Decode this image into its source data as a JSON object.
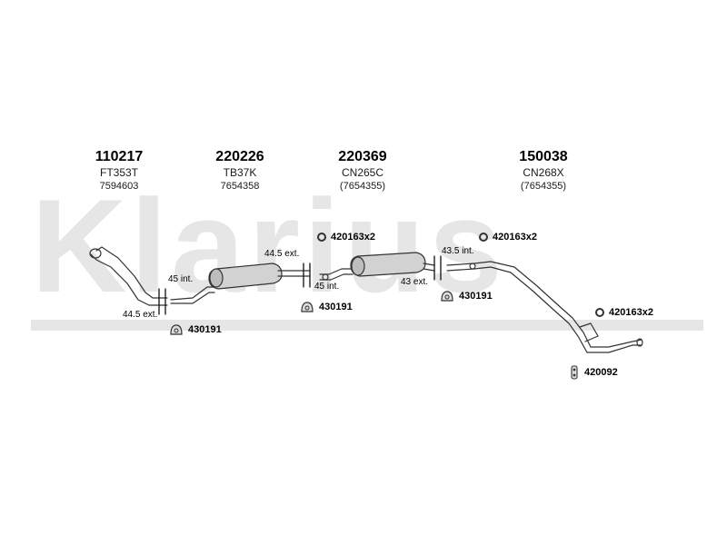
{
  "watermark": "Klarius",
  "parts": [
    {
      "number": "110217",
      "code": "FT353T",
      "ref": "7594603"
    },
    {
      "number": "220226",
      "code": "TB37K",
      "ref": "7654358"
    },
    {
      "number": "220369",
      "code": "CN265C",
      "ref": "(7654355)"
    },
    {
      "number": "150038",
      "code": "CN268X",
      "ref": "(7654355)"
    }
  ],
  "fittings": {
    "ring_1": "420163x2",
    "ring_2": "420163x2",
    "ring_3": "420163x2",
    "hanger_1": "430191",
    "hanger_2": "430191",
    "hanger_3": "430191",
    "bracket": "420092"
  },
  "dimensions": {
    "d1": "44.5 ext.",
    "d2": "45 int.",
    "d3": "44.5 ext.",
    "d4": "45 int.",
    "d5": "43.5 int.",
    "d6": "43 ext."
  },
  "colors": {
    "watermark": "#e6e6e6",
    "line": "#333333",
    "fill": "#cfcfcf"
  }
}
